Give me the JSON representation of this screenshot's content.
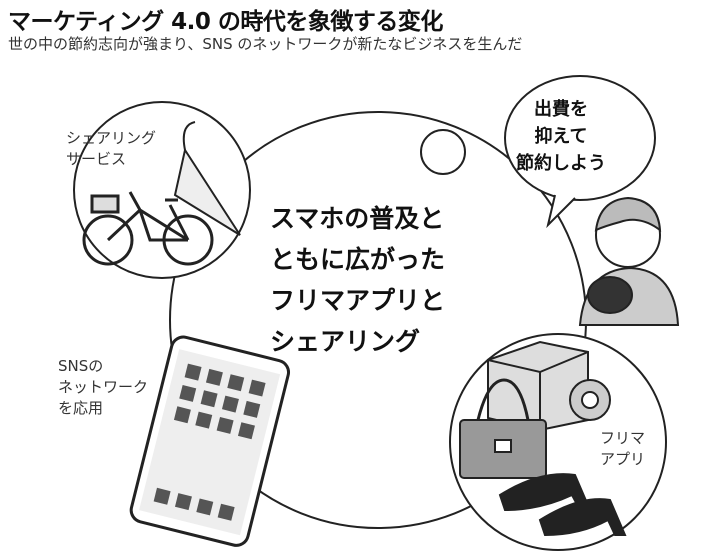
{
  "header": {
    "title": "マーケティング 4.0 の時代を象徴する変化",
    "subtitle": "世の中の節約志向が強まり、SNS のネットワークが新たなビジネスを生んだ"
  },
  "diagram": {
    "center_text": "スマホの普及と\nともに広がった\nフリマアプリと\nシェアリング",
    "sharing_label": "シェアリング\nサービス",
    "speech_bubble": "出費を\n抑えて\n節約しよう",
    "sns_label": "SNSの\nネットワーク\nを応用",
    "flea_label": "フリマ\nアプリ"
  }
}
